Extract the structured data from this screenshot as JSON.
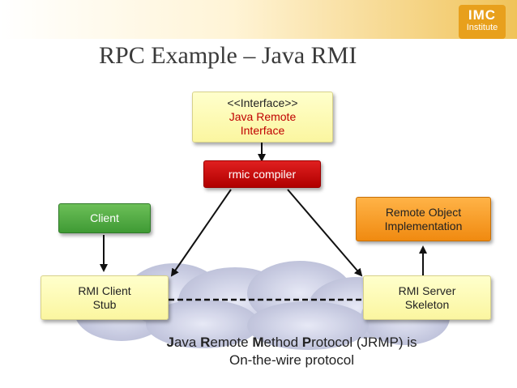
{
  "colors": {
    "topbar": "#f0c35a",
    "logo_bg": "#e8a01c",
    "interface_text": "#c00000",
    "compiler_bg": "#c00000",
    "client_bg": "#4ea83e",
    "remote_bg": "#f59a20"
  },
  "logo": {
    "line1": "IMC",
    "line2": "Institute"
  },
  "title": "RPC Example – Java RMI",
  "boxes": {
    "interface": {
      "line1": "<<Interface>>",
      "line2": "Java Remote",
      "line3": "Interface"
    },
    "compiler": {
      "label": "rmic compiler"
    },
    "client": {
      "label": "Client"
    },
    "remote": {
      "line1": "Remote Object",
      "line2": "Implementation"
    },
    "stub": {
      "line1": "RMI Client",
      "line2": "Stub"
    },
    "skeleton": {
      "line1": "RMI Server",
      "line2": "Skeleton"
    }
  },
  "caption": {
    "line1_parts": [
      {
        "text": "J",
        "bold": true
      },
      {
        "text": "ava ",
        "bold": false
      },
      {
        "text": "R",
        "bold": true
      },
      {
        "text": "emote ",
        "bold": false
      },
      {
        "text": "M",
        "bold": true
      },
      {
        "text": "ethod ",
        "bold": false
      },
      {
        "text": "P",
        "bold": true
      },
      {
        "text": "rotocol (JRMP) is",
        "bold": false
      }
    ],
    "line2": "On-the-wire protocol"
  }
}
